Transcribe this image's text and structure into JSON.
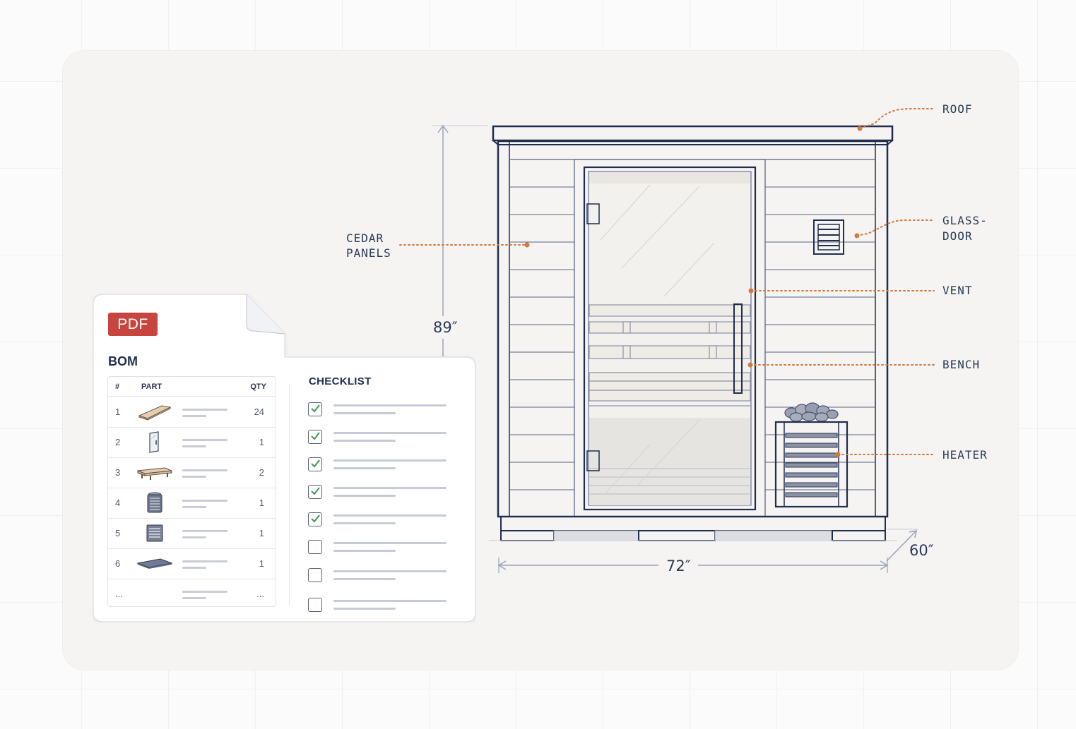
{
  "callouts": {
    "roof": "ROOF",
    "glass_door_1": "GLASS-",
    "glass_door_2": "DOOR",
    "vent": "VENT",
    "bench": "BENCH",
    "heater": "HEATER",
    "cedar_1": "CEDAR",
    "cedar_2": "PANELS"
  },
  "dimensions": {
    "height": "89″",
    "width": "72″",
    "depth": "60″"
  },
  "document": {
    "badge": "PDF",
    "bom_title": "BOM",
    "bom_headers": {
      "num": "#",
      "part": "PART",
      "qty": "QTY"
    },
    "bom_rows": [
      {
        "num": "1",
        "icon": "cedar-board-icon",
        "qty": "24"
      },
      {
        "num": "2",
        "icon": "glass-door-icon",
        "qty": "1"
      },
      {
        "num": "3",
        "icon": "bench-icon",
        "qty": "2"
      },
      {
        "num": "4",
        "icon": "heater-icon",
        "qty": "1"
      },
      {
        "num": "5",
        "icon": "vent-icon",
        "qty": "1"
      },
      {
        "num": "6",
        "icon": "floor-mat-icon",
        "qty": "1"
      },
      {
        "num": "...",
        "icon": "",
        "qty": "..."
      }
    ],
    "checklist_title": "CHECKLIST",
    "checklist": [
      true,
      true,
      true,
      true,
      true,
      false,
      false,
      false
    ]
  },
  "colors": {
    "accent": "#d27a3e",
    "ink": "#1f2d4f",
    "badge": "#c8453f"
  }
}
